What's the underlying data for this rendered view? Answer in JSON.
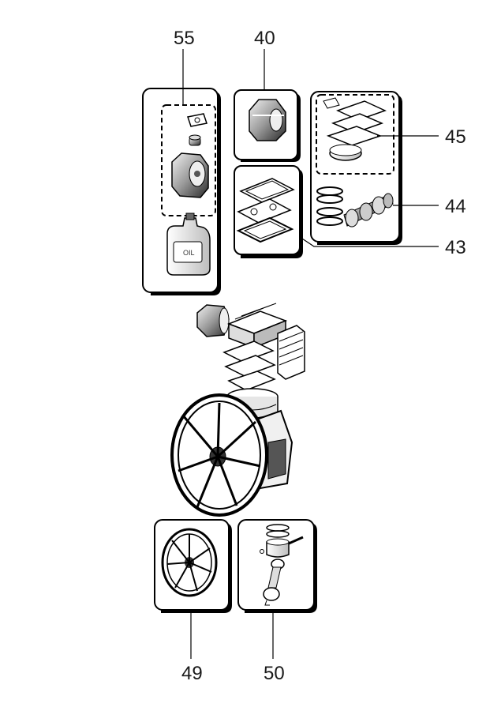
{
  "callouts": {
    "c55": "55",
    "c40": "40",
    "c45": "45",
    "c44": "44",
    "c43": "43",
    "c49": "49",
    "c50": "50"
  },
  "oil_label": "OIL"
}
